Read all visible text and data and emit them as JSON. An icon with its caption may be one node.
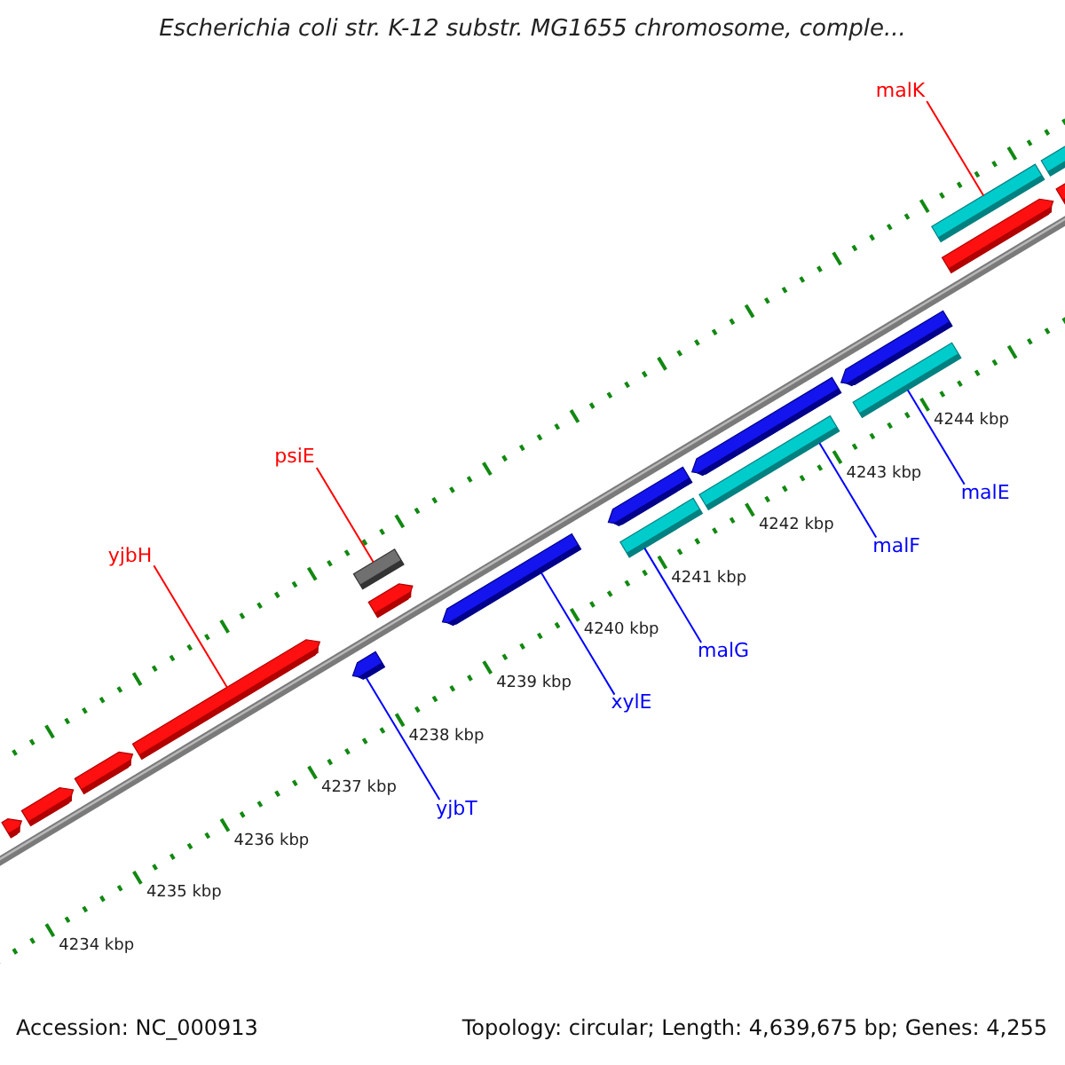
{
  "diagram": {
    "title": "Escherichia coli str. K-12 substr. MG1655 chromosome, comple...",
    "nodes": [
      {
        "text": [
          "malK"
        ]
      },
      {
        "text": [
          "psiE"
        ]
      },
      {
        "text": [
          "yjbH"
        ]
      },
      {
        "text": [
          "malE"
        ]
      },
      {
        "text": [
          "malF"
        ]
      },
      {
        "text": [
          "malG"
        ]
      },
      {
        "text": [
          "xylE"
        ]
      },
      {
        "text": [
          "yjbT"
        ]
      },
      {
        "text": [],
        "shape": "bar"
      },
      {
        "text": [],
        "shape": "bar"
      },
      {
        "text": [],
        "shape": "bar"
      },
      {
        "text": [],
        "shape": "bar"
      },
      {
        "text": [],
        "shape": "bar"
      },
      {
        "text": [],
        "shape": "bar"
      },
      {
        "text": [],
        "shape": "bar"
      },
      {
        "text": [],
        "shape": "bar"
      },
      {
        "text": [],
        "shape": "bar"
      },
      {
        "text": [],
        "shape": "bar"
      },
      {
        "text": [],
        "shape": "bar"
      },
      {
        "text": [],
        "shape": "bar"
      },
      {
        "text": [],
        "shape": "bar"
      },
      {
        "text": [],
        "shape": "bar"
      },
      {
        "text": [],
        "shape": "bar"
      },
      {
        "text": [],
        "shape": "bar"
      },
      {
        "text": [],
        "shape": "bar"
      },
      {
        "text": [],
        "shape": "bar"
      }
    ],
    "edges": [
      {
        "from": 0,
        "to": 22,
        "arrow": "none",
        "color": "#ff0000"
      },
      {
        "from": 1,
        "to": 13,
        "arrow": "none",
        "color": "#ff0000"
      },
      {
        "from": 2,
        "to": 11,
        "arrow": "none",
        "color": "#ff0000"
      },
      {
        "from": 3,
        "to": 21,
        "arrow": "none"
      },
      {
        "from": 4,
        "to": 19,
        "arrow": "none"
      },
      {
        "from": 5,
        "to": 17,
        "arrow": "none"
      },
      {
        "from": 6,
        "to": 15,
        "arrow": "none"
      },
      {
        "from": 7,
        "to": 12,
        "arrow": "none"
      }
    ],
    "labels": [
      "4234 kbp",
      "4235 kbp",
      "4236 kbp",
      "4237 kbp",
      "4238 kbp",
      "4239 kbp",
      "4240 kbp",
      "4241 kbp",
      "4242 kbp",
      "4243 kbp",
      "4244 kbp",
      "Accession: NC_000913",
      "Topology: circular; Length: 4,639,675 bp; Genes: 4,255"
    ]
  }
}
